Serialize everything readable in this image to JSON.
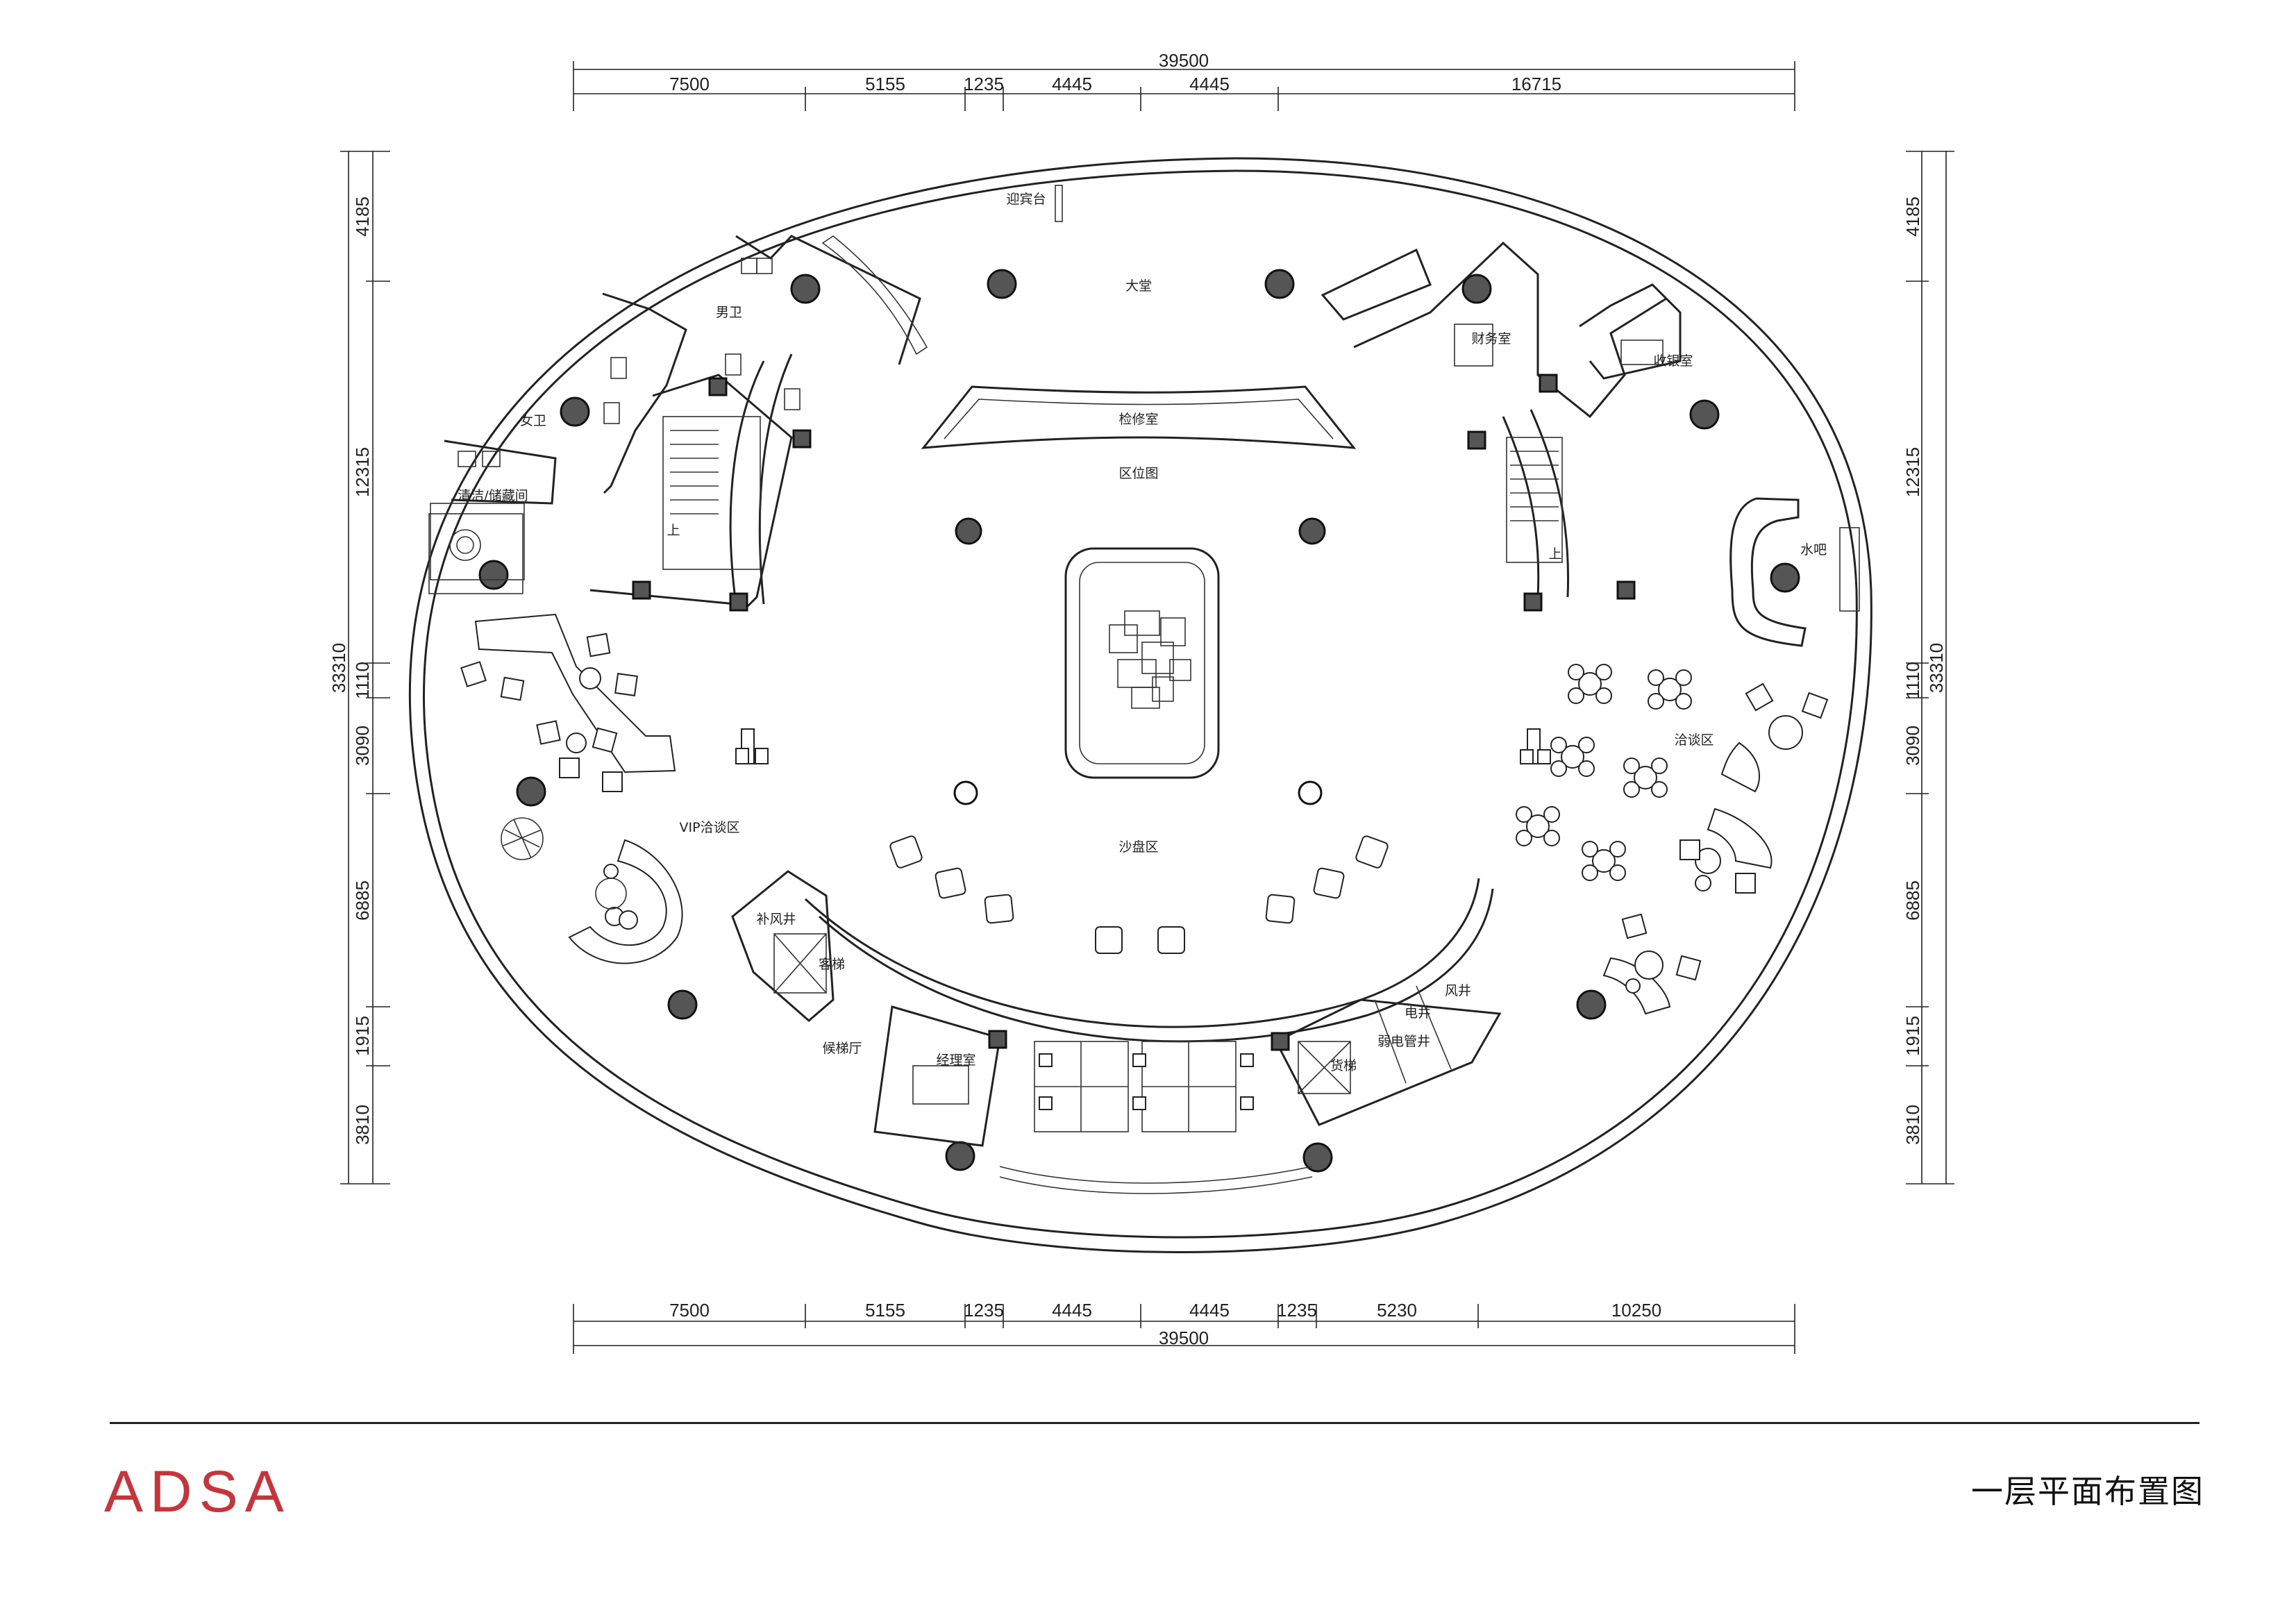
{
  "drawing": {
    "top_total": "39500",
    "top_segments": [
      "7500",
      "5155",
      "1235",
      "4445",
      "4445",
      "16715"
    ],
    "bottom_segments": [
      "7500",
      "5155",
      "1235",
      "4445",
      "4445",
      "1235",
      "5230",
      "10250"
    ],
    "bottom_total": "39500",
    "left_total": "33310",
    "left_segments": [
      "4185",
      "12315",
      "1110",
      "3090",
      "6885",
      "1915",
      "3810"
    ],
    "right_total": "33310",
    "right_segments": [
      "4185",
      "12315",
      "1110",
      "3090",
      "6885",
      "1915",
      "3810"
    ]
  },
  "rooms": {
    "reception": "迎宾台",
    "lobby": "大堂",
    "mens_wc": "男卫",
    "womens_wc": "女卫",
    "cleaning": "清洁/储藏间",
    "maintenance": "检修室",
    "location_map": "区位图",
    "finance": "财务室",
    "cashier": "收银室",
    "water_bar": "水吧",
    "negotiation": "洽谈区",
    "vip_negotiation": "VIP洽谈区",
    "sand_table": "沙盘区",
    "air_shaft_supply": "补风井",
    "elevator_left": "客梯",
    "elevator_hall": "候梯厅",
    "manager": "经理室",
    "elevator_right": "货梯",
    "weak_current": "弱电管井",
    "electric_shaft": "电井",
    "wind_shaft": "风井",
    "stair_up_left": "上",
    "stair_up_right": "上"
  },
  "footer": {
    "logo": "ADSA",
    "sheet_title": "一层平面布置图"
  },
  "colors": {
    "logo_red": "#c8343c",
    "line": "#222222",
    "column_fill": "#555555"
  }
}
